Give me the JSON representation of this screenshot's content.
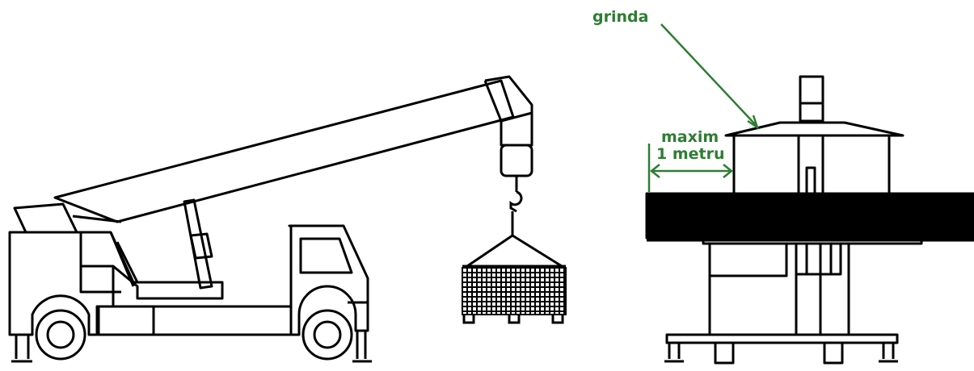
{
  "labels": {
    "beam": "grinda",
    "max_line1": "maxim",
    "max_line2": "1 metru"
  },
  "colors": {
    "line": "#000000",
    "annotation": "#2e7d32"
  }
}
